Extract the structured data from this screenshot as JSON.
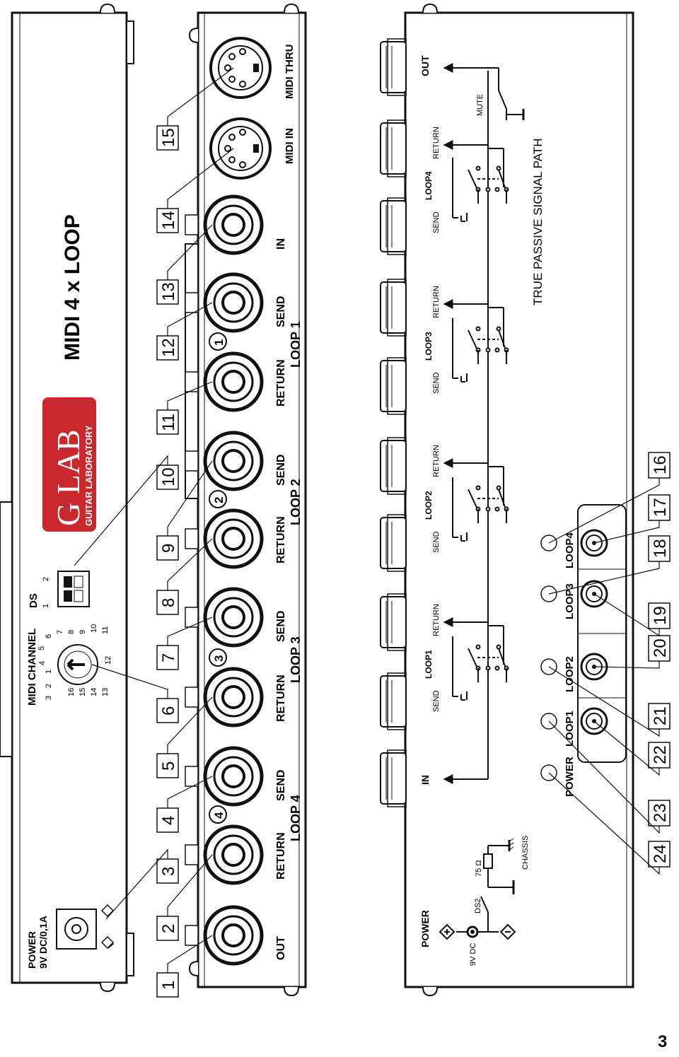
{
  "product_title": "MIDI  4 x LOOP",
  "logo": {
    "brand": "G LAB",
    "subtitle": "GUITAR LABORATORY"
  },
  "power_label": {
    "line1": "POWER",
    "line2": "9V DC/0,1A"
  },
  "midi_channel": {
    "label": "MIDI CHANNEL",
    "numbers": [
      "1",
      "2",
      "3",
      "4",
      "5",
      "6",
      "7",
      "8",
      "9",
      "10",
      "11",
      "12",
      "13",
      "14",
      "15",
      "16"
    ]
  },
  "ds_switch": {
    "label": "DS",
    "pin1": "1",
    "pin2": "2"
  },
  "jack_labels": [
    "OUT",
    "RETURN",
    "SEND",
    "RETURN",
    "SEND",
    "RETURN",
    "SEND",
    "RETURN",
    "SEND",
    "IN"
  ],
  "midi_labels": [
    "MIDI IN",
    "MIDI THRU"
  ],
  "loop_labels": [
    "LOOP 4",
    "LOOP 3",
    "LOOP 2",
    "LOOP 1"
  ],
  "loop_badges": [
    "4",
    "3",
    "2",
    "1"
  ],
  "callouts": [
    "1",
    "2",
    "3",
    "4",
    "5",
    "6",
    "7",
    "8",
    "9",
    "10",
    "11",
    "12",
    "13",
    "14",
    "15",
    "16",
    "17",
    "18",
    "19",
    "20",
    "21",
    "22",
    "23",
    "24"
  ],
  "schematic": {
    "in_label": "IN",
    "out_label": "OUT",
    "mute_label": "MUTE",
    "loops": [
      {
        "name": "LOOP1",
        "send": "SEND",
        "return": "RETURN"
      },
      {
        "name": "LOOP2",
        "send": "SEND",
        "return": "RETURN"
      },
      {
        "name": "LOOP3",
        "send": "SEND",
        "return": "RETURN"
      },
      {
        "name": "LOOP4",
        "send": "SEND",
        "return": "RETURN"
      }
    ],
    "signal_path_label": "TRUE PASSIVE SIGNAL PATH",
    "power": {
      "label": "POWER",
      "voltage": "9V DC",
      "switch": "DS2",
      "resistor": "75 Ω",
      "chassis": "CHASSIS"
    }
  },
  "front_panel": {
    "leds": [
      "POWER",
      "LOOP1",
      "LOOP2",
      "LOOP3",
      "LOOP4"
    ]
  },
  "page_number": "3"
}
